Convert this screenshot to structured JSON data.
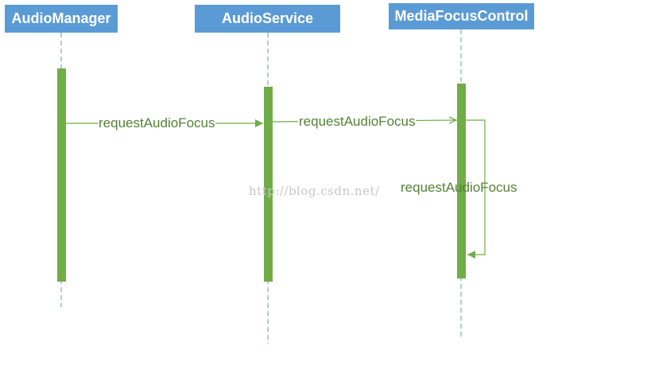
{
  "participants": [
    {
      "name": "AudioManager"
    },
    {
      "name": "AudioService"
    },
    {
      "name": "MediaFocusControl"
    }
  ],
  "messages": [
    {
      "from": "AudioManager",
      "to": "AudioService",
      "label": "requestAudioFocus"
    },
    {
      "from": "AudioService",
      "to": "MediaFocusControl",
      "label": "requestAudioFocus"
    },
    {
      "from": "MediaFocusControl",
      "to": "MediaFocusControl",
      "label": "requestAudioFocus",
      "self_call": true
    }
  ],
  "watermark": "http://blog.csdn.net/",
  "colors": {
    "header_fill": "#5b9bd5",
    "header_text": "#ffffff",
    "lifeline": "#5b9bd5",
    "activation": "#70ad47",
    "message": "#70ad47",
    "label_text": "#548235",
    "watermark": "#c8c8c8"
  }
}
